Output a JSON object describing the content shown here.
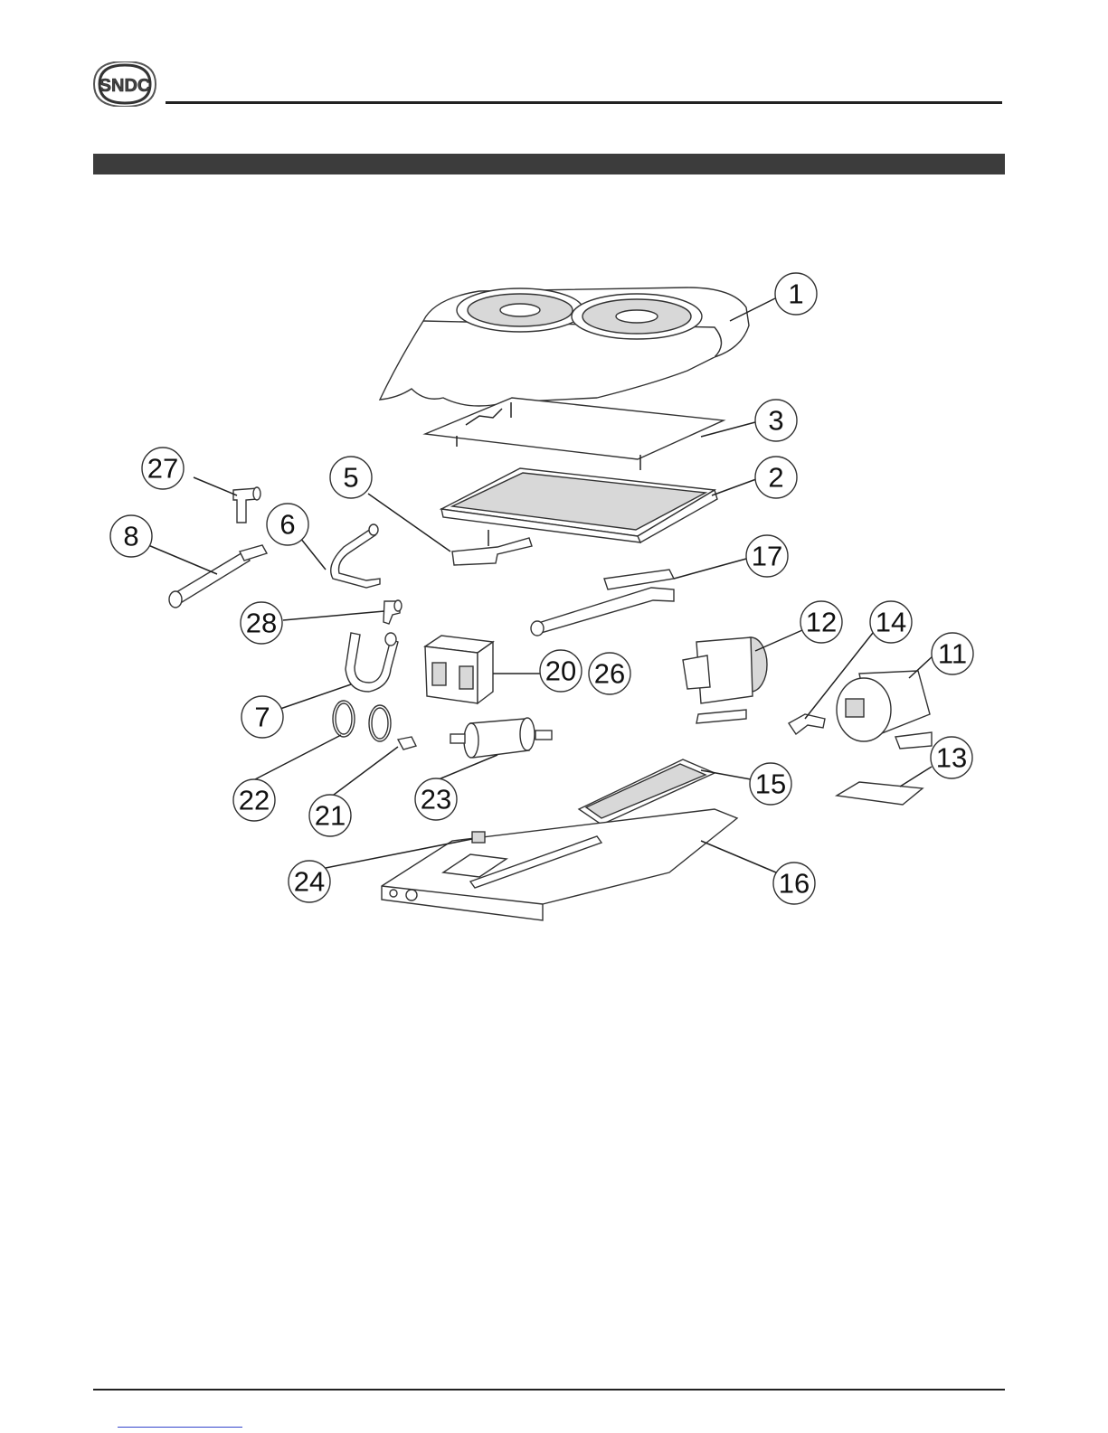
{
  "header": {
    "logo_text": "SNDC"
  },
  "section": {
    "title": ""
  },
  "parts": [
    {
      "id": "1",
      "label": "1"
    },
    {
      "id": "2",
      "label": "2"
    },
    {
      "id": "3",
      "label": "3"
    },
    {
      "id": "5",
      "label": "5"
    },
    {
      "id": "6",
      "label": "6"
    },
    {
      "id": "7",
      "label": "7"
    },
    {
      "id": "8",
      "label": "8"
    },
    {
      "id": "11",
      "label": "11"
    },
    {
      "id": "12",
      "label": "12"
    },
    {
      "id": "13",
      "label": "13"
    },
    {
      "id": "14",
      "label": "14"
    },
    {
      "id": "15",
      "label": "15"
    },
    {
      "id": "16",
      "label": "16"
    },
    {
      "id": "17",
      "label": "17"
    },
    {
      "id": "20",
      "label": "20"
    },
    {
      "id": "21",
      "label": "21"
    },
    {
      "id": "22",
      "label": "22"
    },
    {
      "id": "23",
      "label": "23"
    },
    {
      "id": "24",
      "label": "24"
    },
    {
      "id": "26",
      "label": "26"
    },
    {
      "id": "27",
      "label": "27"
    },
    {
      "id": "28",
      "label": "28"
    }
  ]
}
